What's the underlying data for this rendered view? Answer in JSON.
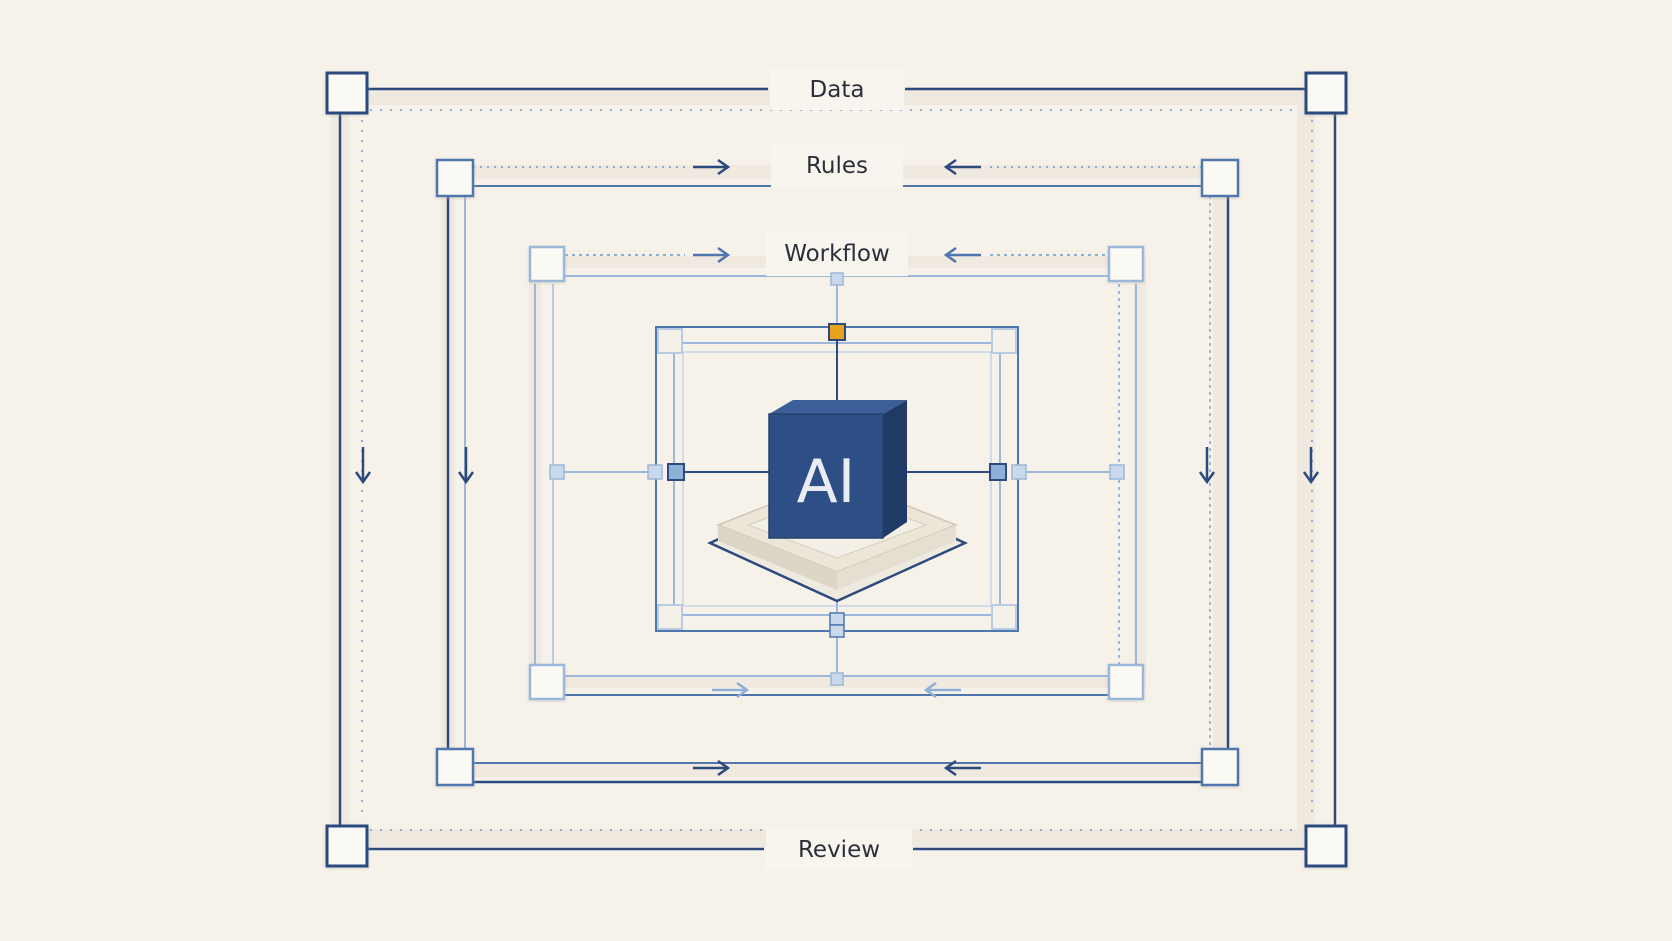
{
  "layers": {
    "outer": {
      "label": "Data",
      "bottom_label": "Review"
    },
    "second": {
      "label": "Rules"
    },
    "third": {
      "label": "Workflow"
    }
  },
  "core": {
    "label": "AI"
  },
  "colors": {
    "background": "#f6f2ea",
    "navy": "#2c4a7e",
    "mid_blue": "#4f77ad",
    "light_blue": "#9cb8d9",
    "dotted_blue": "#8fb0d6",
    "accent_orange": "#e8a21c",
    "cube_front": "#2d4f86",
    "cube_top": "#3c5f97",
    "cube_side": "#1f3a67",
    "platform": "#e9e3d6"
  },
  "icons": {
    "flow_arrow": "arrow-icon",
    "connector_node": "square-node-icon"
  }
}
